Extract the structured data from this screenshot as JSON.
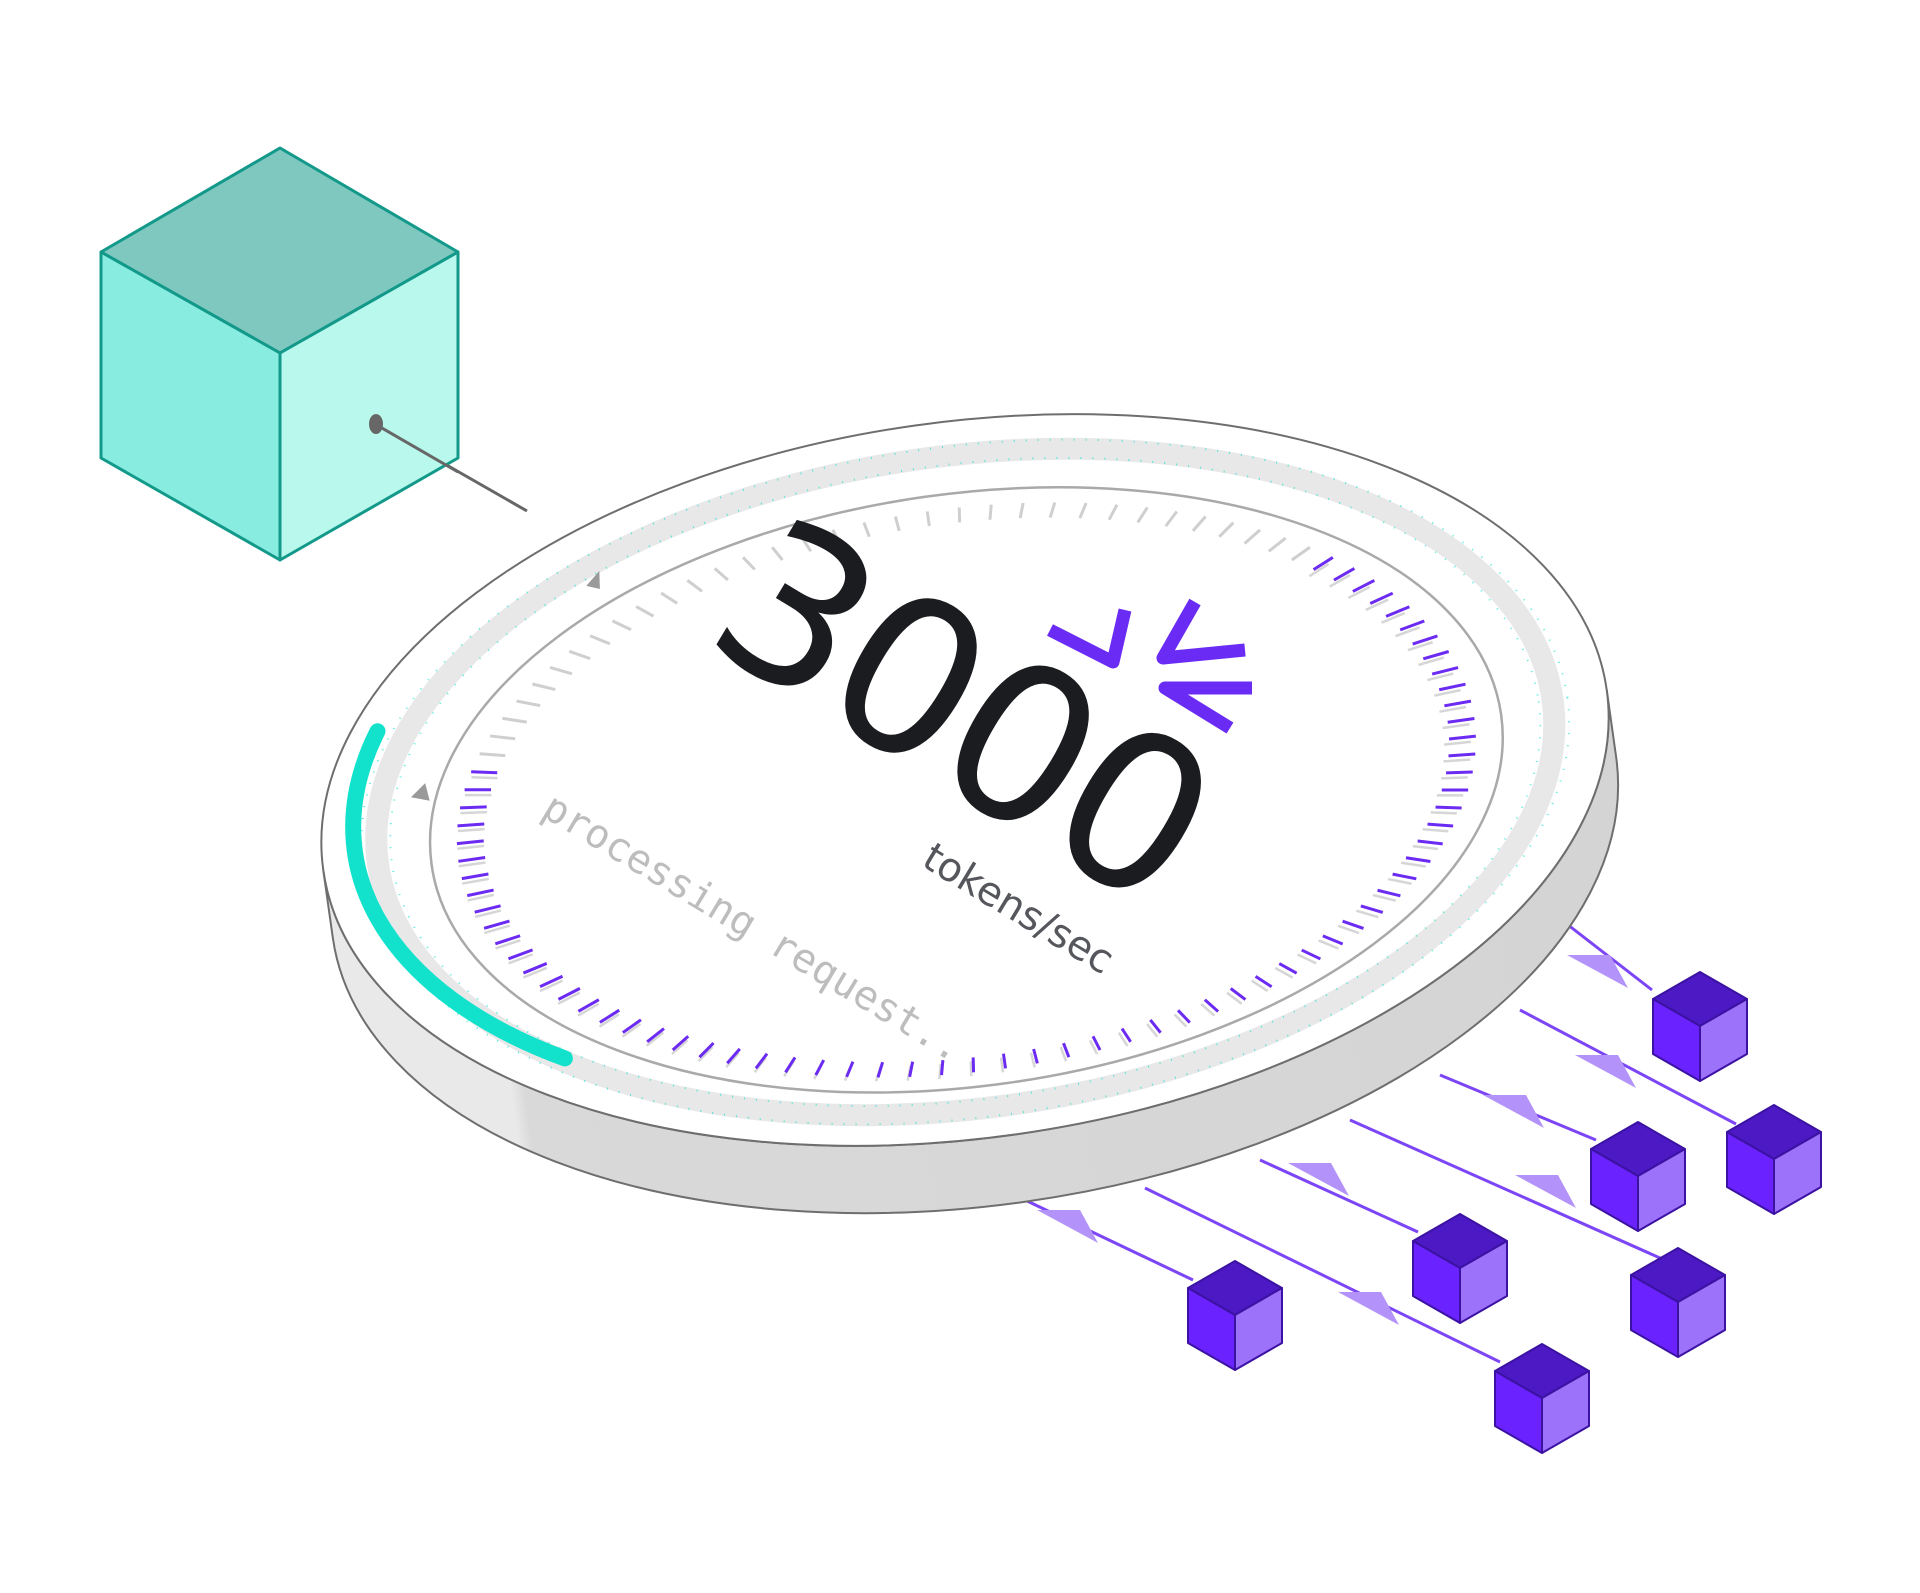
{
  "colors": {
    "background": "#ffffff",
    "source_cube_top": "#7ec8bf",
    "source_cube_left": "#88ede0",
    "source_cube_right": "#b3f7ec",
    "source_cube_stroke": "#13998a",
    "connector": "#676767",
    "disc_face": "#ffffff",
    "disc_side": "#d9d9d9",
    "disc_stroke": "#6e6e6e",
    "disc_band": "#e8e8e8",
    "dial_ring": "#a9a9a9",
    "progress": "#12e2cc",
    "tick_purple": "#6c2bf2",
    "tick_gray": "#cfcfcf",
    "number": "#1b1c1f",
    "unit": "#55575c",
    "status": "#bdbdbd",
    "logo": "#6a2cf5",
    "out_cube_top": "#4c19c4",
    "out_cube_left": "#6a22ff",
    "out_cube_right": "#9d72fb",
    "out_cube_stroke": "#3b12a2",
    "out_line": "#7c45f6",
    "out_arrow": "#b393f9"
  },
  "gauge": {
    "value": "3000",
    "unit": "tokens/sec",
    "status": "processing request..",
    "progress_percent": 18
  },
  "logo": {
    "icon": "chevron-burst-logo"
  },
  "source": {
    "label": "input-node"
  },
  "outputs": {
    "count": 7
  }
}
